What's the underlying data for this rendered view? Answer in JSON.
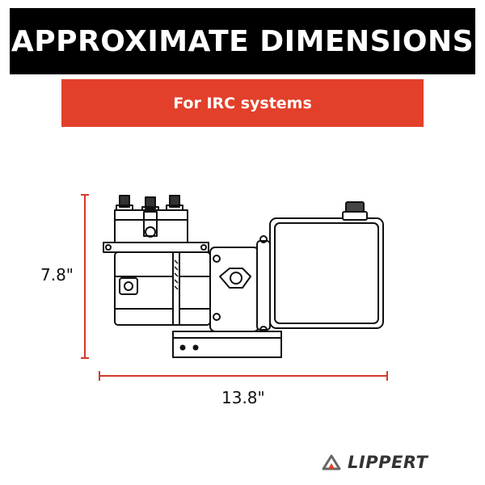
{
  "header": {
    "title": "APPROXIMATE DIMENSIONS"
  },
  "subheader": {
    "label": "For IRC systems"
  },
  "dimensions": {
    "height": "7.8\"",
    "width": "13.8\""
  },
  "brand": {
    "name": "LIPPERT",
    "logo_icon": "lippert-logo-icon"
  },
  "colors": {
    "header_bg": "#000000",
    "accent": "#e2402a",
    "dimension_line": "#d23a2a"
  }
}
